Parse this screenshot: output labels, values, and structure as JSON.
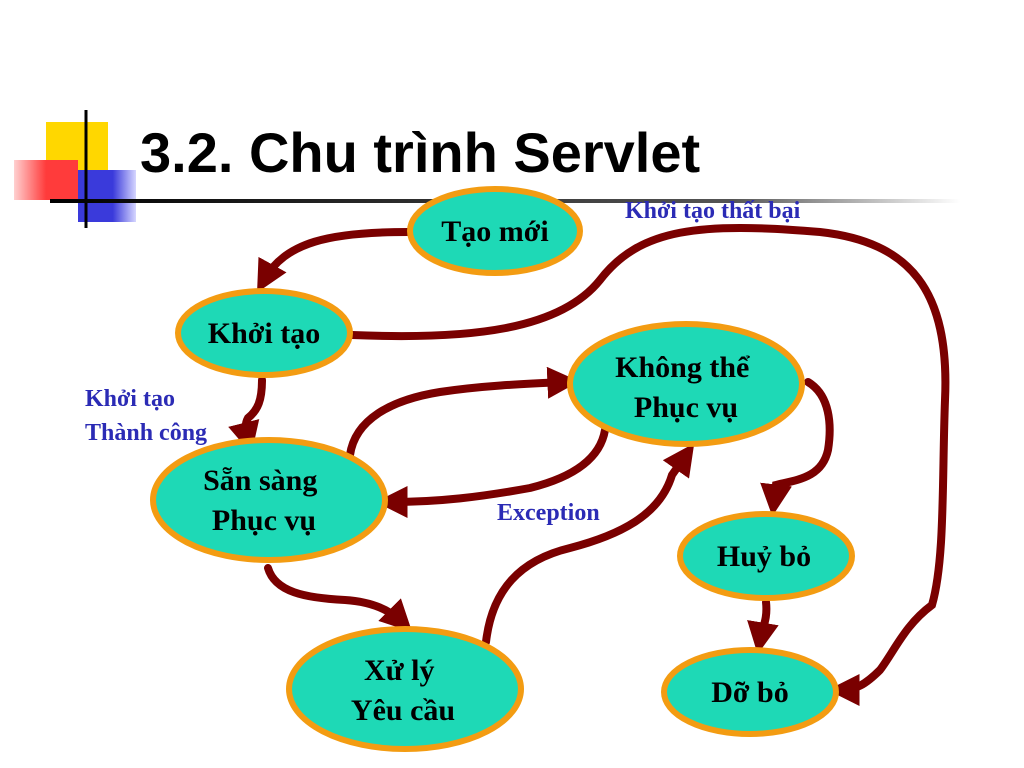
{
  "slide": {
    "title": "3.2. Chu trình Servlet"
  },
  "colors": {
    "node_fill": "#1ed9b6",
    "node_border": "#f39c12",
    "arrow": "#7a0000",
    "label": "#2b2bb5",
    "title": "#000000",
    "deco_yellow": "#ffd700",
    "deco_red": "#ff3b3b",
    "deco_blue": "#3a3adb"
  },
  "nodes": {
    "tao_moi": {
      "lines": [
        "Tạo mới"
      ]
    },
    "khoi_tao": {
      "lines": [
        "Khởi tạo"
      ]
    },
    "khong_the": {
      "lines": [
        "Không thể",
        "Phục vụ"
      ]
    },
    "san_sang": {
      "lines": [
        "Sẵn sàng",
        "Phục vụ"
      ]
    },
    "huy_bo": {
      "lines": [
        "Huỷ bỏ"
      ]
    },
    "xu_ly": {
      "lines": [
        "Xử lý",
        "Yêu cầu"
      ]
    },
    "do_bo": {
      "lines": [
        "Dỡ bỏ"
      ]
    }
  },
  "labels": {
    "init_failed": "Khởi tạo thất bại",
    "init_success_1": "Khởi tạo",
    "init_success_2": "Thành công",
    "exception": "Exception"
  }
}
